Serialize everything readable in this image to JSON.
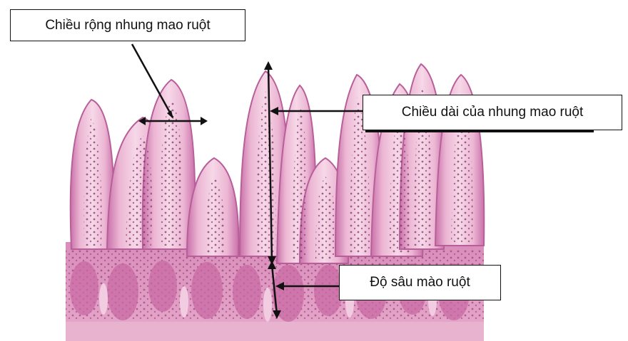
{
  "labels": {
    "villus_width": "Chiều rộng nhung mao ruột",
    "villus_length": "Chiều dài của nhung mao ruột",
    "crypt_depth": "Độ sâu mào ruột"
  },
  "colors": {
    "tissue_light": "#f0c3dc",
    "tissue_mid": "#d98fbd",
    "tissue_dark": "#c06aa6",
    "nuclei": "#7a2f63",
    "background": "#ffffff",
    "arrows": "#111111"
  }
}
